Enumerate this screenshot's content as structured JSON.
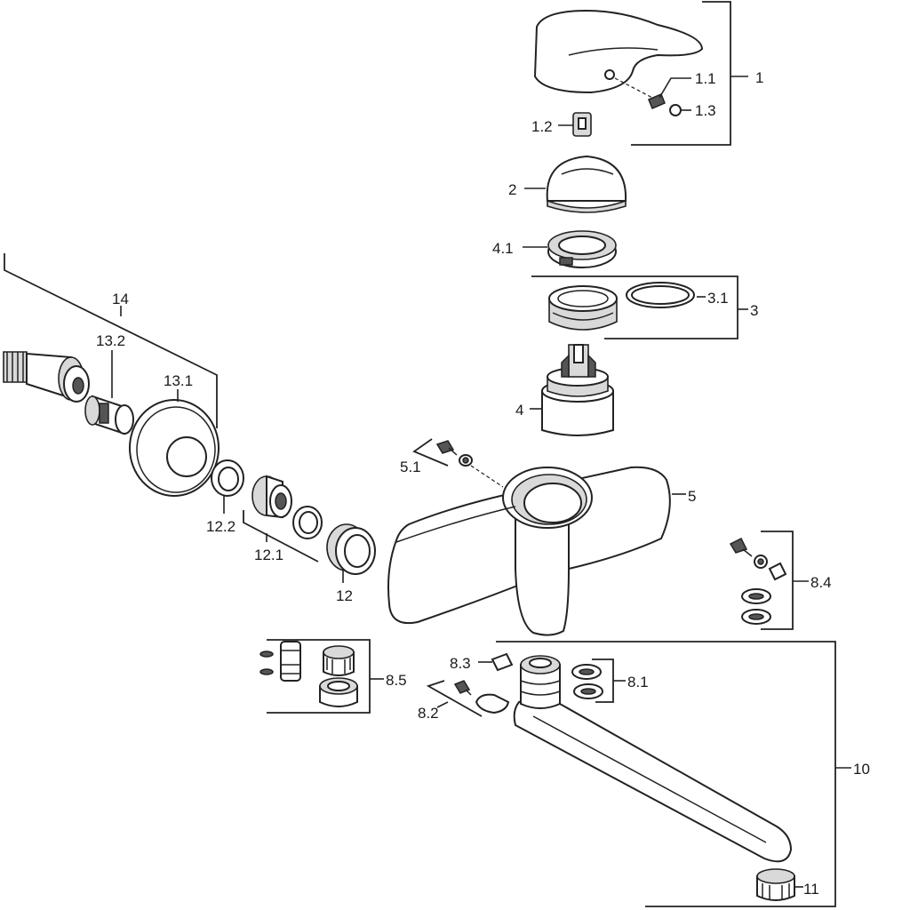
{
  "labels": {
    "l1": "1",
    "l1_1": "1.1",
    "l1_2": "1.2",
    "l1_3": "1.3",
    "l2": "2",
    "l3": "3",
    "l3_1": "3.1",
    "l4": "4",
    "l4_1": "4.1",
    "l5": "5",
    "l5_1": "5.1",
    "l8_1": "8.1",
    "l8_2": "8.2",
    "l8_3": "8.3",
    "l8_4": "8.4",
    "l8_5": "8.5",
    "l10": "10",
    "l11": "11",
    "l12": "12",
    "l12_1": "12.1",
    "l12_2": "12.2",
    "l13_1": "13.1",
    "l13_2": "13.2",
    "l14": "14"
  }
}
